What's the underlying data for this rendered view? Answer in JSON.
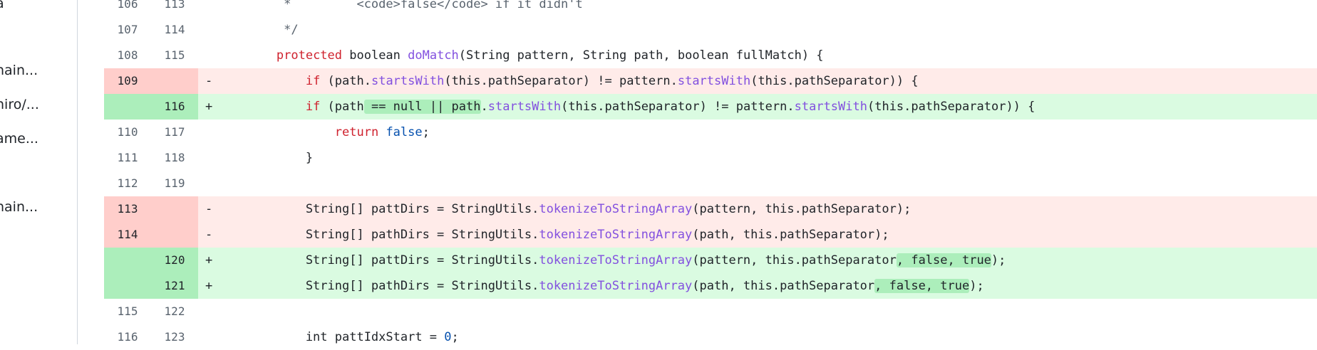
{
  "sidebar": {
    "items": [
      "a",
      "nain...",
      "niro/...",
      "ame...",
      "nain..."
    ]
  },
  "diff": {
    "rows": [
      {
        "type": "ctx",
        "old": "106",
        "new": "113",
        "marker": "",
        "segments": [
          {
            "t": "         *         <code>false</code> if it didn't",
            "c": "cm"
          }
        ]
      },
      {
        "type": "ctx",
        "old": "107",
        "new": "114",
        "marker": "",
        "segments": [
          {
            "t": "         */",
            "c": "cm"
          }
        ]
      },
      {
        "type": "ctx",
        "old": "108",
        "new": "115",
        "marker": "",
        "segments": [
          {
            "t": "        "
          },
          {
            "t": "protected",
            "c": "kw"
          },
          {
            "t": " boolean "
          },
          {
            "t": "doMatch",
            "c": "fn"
          },
          {
            "t": "(String pattern, String path, boolean fullMatch) {"
          }
        ]
      },
      {
        "type": "del",
        "old": "109",
        "new": "",
        "marker": "-",
        "segments": [
          {
            "t": "            "
          },
          {
            "t": "if",
            "c": "kw"
          },
          {
            "t": " (path."
          },
          {
            "t": "startsWith",
            "c": "fn"
          },
          {
            "t": "(this.pathSeparator) != pattern."
          },
          {
            "t": "startsWith",
            "c": "fn"
          },
          {
            "t": "(this.pathSeparator)) {"
          }
        ]
      },
      {
        "type": "add",
        "old": "",
        "new": "116",
        "marker": "+",
        "segments": [
          {
            "t": "            "
          },
          {
            "t": "if",
            "c": "kw"
          },
          {
            "t": " (path"
          },
          {
            "t": " == null || path",
            "c": "hl-add"
          },
          {
            "t": "."
          },
          {
            "t": "startsWith",
            "c": "fn"
          },
          {
            "t": "(this.pathSeparator) != pattern."
          },
          {
            "t": "startsWith",
            "c": "fn"
          },
          {
            "t": "(this.pathSeparator)) {"
          }
        ]
      },
      {
        "type": "ctx",
        "old": "110",
        "new": "117",
        "marker": "",
        "segments": [
          {
            "t": "                "
          },
          {
            "t": "return",
            "c": "kw"
          },
          {
            "t": " "
          },
          {
            "t": "false",
            "c": "lit"
          },
          {
            "t": ";"
          }
        ]
      },
      {
        "type": "ctx",
        "old": "111",
        "new": "118",
        "marker": "",
        "segments": [
          {
            "t": "            }"
          }
        ]
      },
      {
        "type": "ctx",
        "old": "112",
        "new": "119",
        "marker": "",
        "segments": [
          {
            "t": ""
          }
        ]
      },
      {
        "type": "del",
        "old": "113",
        "new": "",
        "marker": "-",
        "segments": [
          {
            "t": "            String[] pattDirs = StringUtils."
          },
          {
            "t": "tokenizeToStringArray",
            "c": "fn"
          },
          {
            "t": "(pattern, this.pathSeparator);"
          }
        ]
      },
      {
        "type": "del",
        "old": "114",
        "new": "",
        "marker": "-",
        "segments": [
          {
            "t": "            String[] pathDirs = StringUtils."
          },
          {
            "t": "tokenizeToStringArray",
            "c": "fn"
          },
          {
            "t": "(path, this.pathSeparator);"
          }
        ]
      },
      {
        "type": "add",
        "old": "",
        "new": "120",
        "marker": "+",
        "segments": [
          {
            "t": "            String[] pattDirs = StringUtils."
          },
          {
            "t": "tokenizeToStringArray",
            "c": "fn"
          },
          {
            "t": "(pattern, this.pathSeparator"
          },
          {
            "t": ", false, true",
            "c": "hl-add"
          },
          {
            "t": ");"
          }
        ]
      },
      {
        "type": "add",
        "old": "",
        "new": "121",
        "marker": "+",
        "segments": [
          {
            "t": "            String[] pathDirs = StringUtils."
          },
          {
            "t": "tokenizeToStringArray",
            "c": "fn"
          },
          {
            "t": "(path, this.pathSeparator"
          },
          {
            "t": ", false, true",
            "c": "hl-add"
          },
          {
            "t": ");"
          }
        ]
      },
      {
        "type": "ctx",
        "old": "115",
        "new": "122",
        "marker": "",
        "segments": [
          {
            "t": ""
          }
        ]
      },
      {
        "type": "ctx",
        "old": "116",
        "new": "123",
        "marker": "",
        "segments": [
          {
            "t": "            int pattIdxStart = "
          },
          {
            "t": "0",
            "c": "lit"
          },
          {
            "t": ";"
          }
        ]
      }
    ]
  }
}
